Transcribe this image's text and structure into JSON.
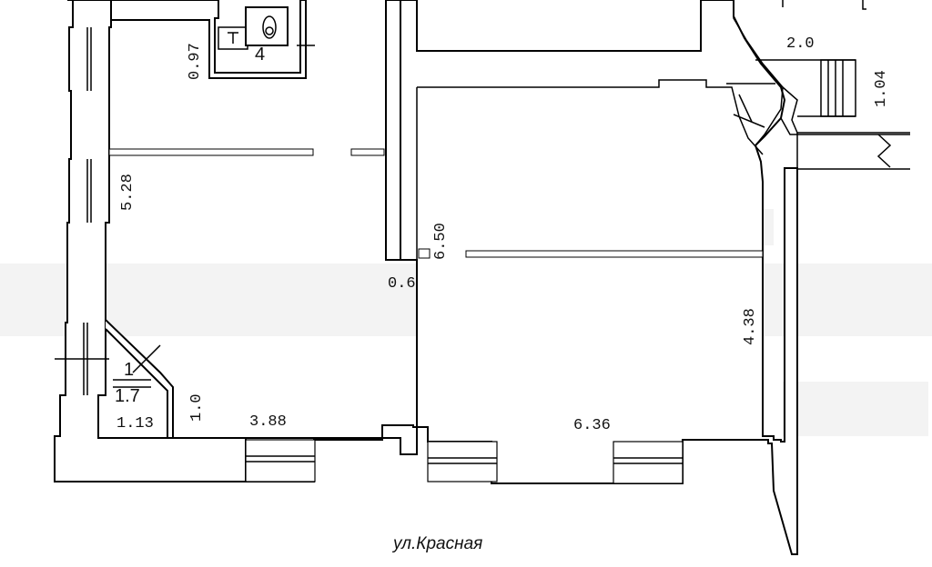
{
  "plan": {
    "rooms": [
      {
        "id": "room-1",
        "number": "1",
        "area": "1.7"
      },
      {
        "id": "room-4",
        "number": "4"
      }
    ],
    "dimensions": {
      "d_0_97": "0.97",
      "d_2_0": "2.0",
      "d_1_04": "1.04",
      "d_5_28": "5.28",
      "d_6_50": "6.50",
      "d_0_6": "0.6",
      "d_4_38": "4.38",
      "d_1_13": "1.13",
      "d_1_0": "1.0",
      "d_3_88": "3.88",
      "d_6_36": "6.36"
    },
    "street": "ул.Красная"
  }
}
